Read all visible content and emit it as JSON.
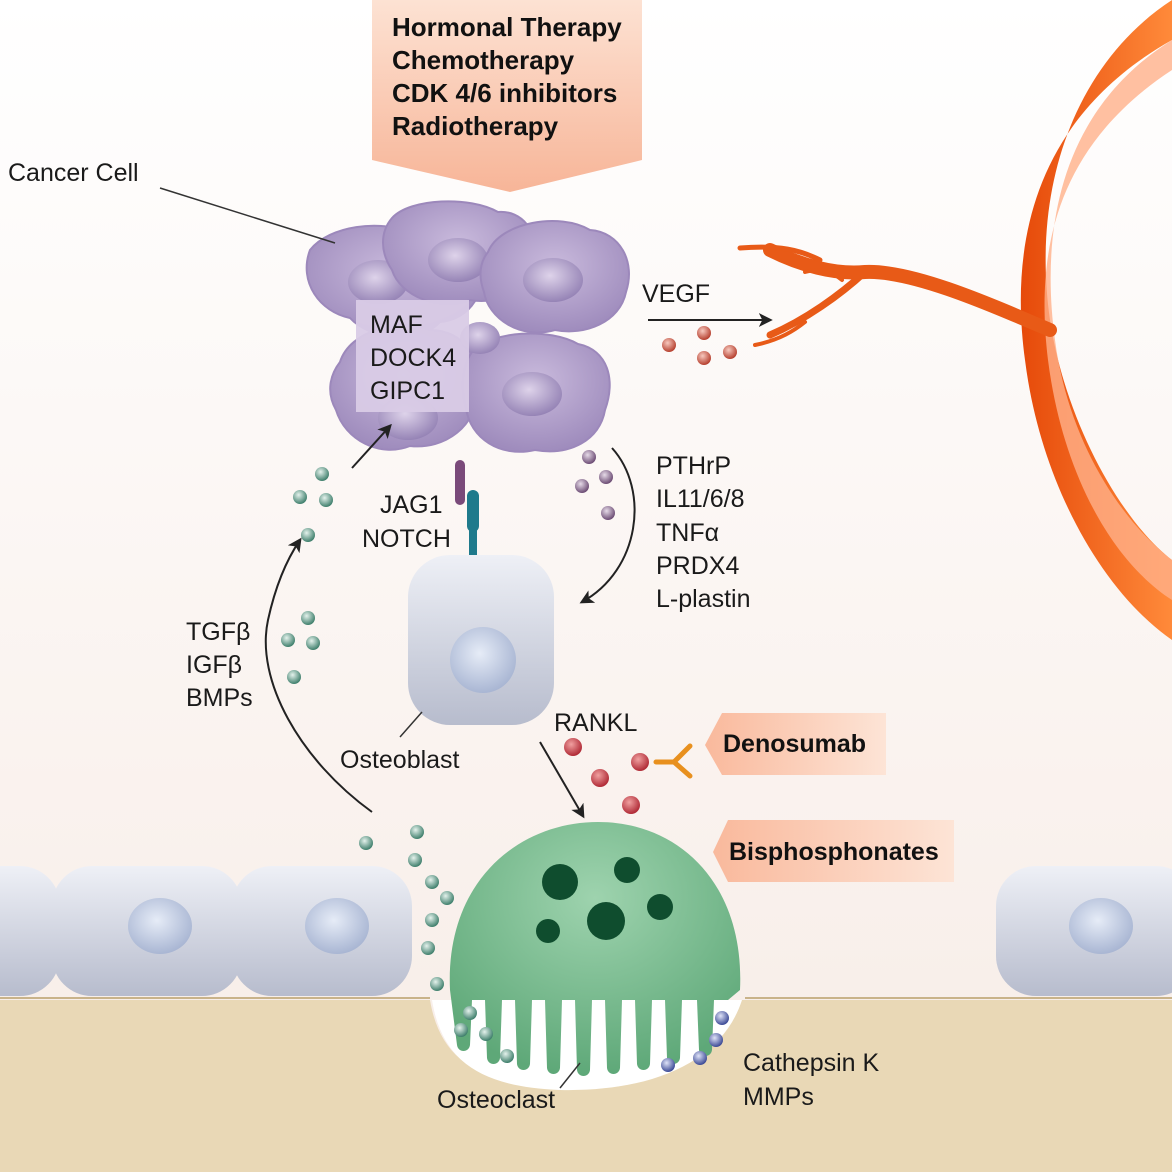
{
  "therapies": [
    "Hormonal Therapy",
    "Chemotherapy",
    "CDK 4/6 inhibitors",
    "Radiotherapy"
  ],
  "labels": {
    "cancer_cell": "Cancer Cell",
    "vegf": "VEGF",
    "jag1": "JAG1",
    "notch": "NOTCH",
    "osteoblast": "Osteoblast",
    "rankl": "RANKL",
    "osteoclast": "Osteoclast"
  },
  "cancer_genes": [
    "MAF",
    "DOCK4",
    "GIPC1"
  ],
  "tumor_factors": [
    "PTHrP",
    "IL11/6/8",
    "TNFα",
    "PRDX4",
    "L-plastin"
  ],
  "bone_factors": [
    "TGFβ",
    "IGFβ",
    "BMPs"
  ],
  "proteases": [
    "Cathepsin K",
    "MMPs"
  ],
  "drugs": {
    "denosumab": "Denosumab",
    "bisphosphonates": "Bisphosphonates"
  },
  "colors": {
    "cancer_cell": "#b9a7cf",
    "osteoclast": "#7fbf92",
    "vessel": "#f0641e",
    "bone": "#e8d8b8",
    "factor_teal": "#4a8a78",
    "factor_red": "#c03a3a",
    "notch": "#1f7a8c",
    "jag1": "#7a4a7a"
  }
}
